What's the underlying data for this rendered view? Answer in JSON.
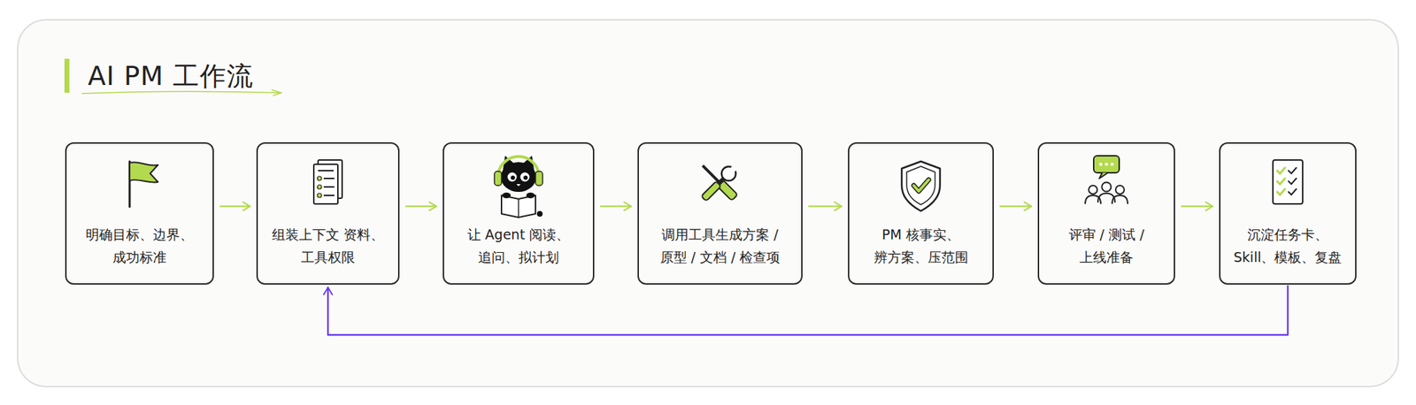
{
  "diagram": {
    "title": "AI PM 工作流",
    "nodes": [
      {
        "text": [
          "明确目标、边界、 成功标准"
        ]
      },
      {
        "text": [
          "组装上下文 资料、工具权限"
        ]
      },
      {
        "text": [
          "让 Agent 阅读、 追问、拟计划"
        ]
      },
      {
        "text": [
          "调用工具生成方案 / 原型 / 文档 / 检查项"
        ]
      },
      {
        "text": [
          "PM 核事实、 辨方案、压范围"
        ]
      },
      {
        "text": [
          "评审 / 测试 / 上线准备"
        ]
      },
      {
        "text": [
          "沉淀任务卡、 Skill、模板、复盘"
        ]
      }
    ],
    "edges": [
      {
        "from": 0,
        "to": 1,
        "arrow": "to"
      },
      {
        "from": 1,
        "to": 2,
        "arrow": "to"
      },
      {
        "from": 2,
        "to": 3,
        "arrow": "to"
      },
      {
        "from": 3,
        "to": 4,
        "arrow": "to"
      },
      {
        "from": 4,
        "to": 5,
        "arrow": "to"
      },
      {
        "from": 5,
        "to": 6,
        "arrow": "to"
      },
      {
        "from": 6,
        "to": 1,
        "arrow": "to"
      }
    ]
  }
}
